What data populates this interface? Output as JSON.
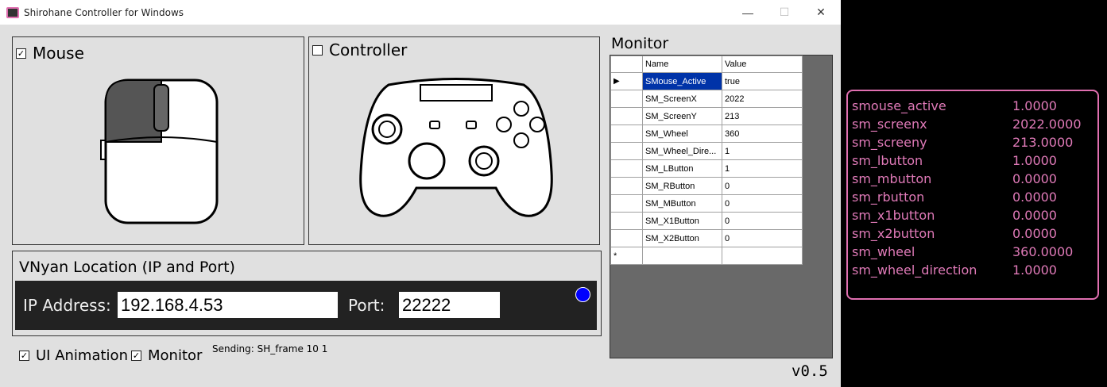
{
  "window": {
    "title": "Shirohane Controller for Windows",
    "minimize": "—",
    "maximize": "☐",
    "close": "✕"
  },
  "mouse": {
    "label": "Mouse",
    "checked": true
  },
  "controller": {
    "label": "Controller",
    "checked": false
  },
  "vnyan": {
    "title": "VNyan Location (IP and Port)",
    "ip_label": "IP Address:",
    "ip": "192.168.4.53",
    "port_label": "Port:",
    "port": "22222",
    "status_color": "#0000ff"
  },
  "options": {
    "ui_animation": "UI Animation",
    "monitor": "Monitor",
    "sending": "Sending: SH_frame 10 1"
  },
  "monitor": {
    "title": "Monitor",
    "columns": [
      "Name",
      "Value"
    ],
    "rows": [
      [
        "SMouse_Active",
        "true"
      ],
      [
        "SM_ScreenX",
        "2022"
      ],
      [
        "SM_ScreenY",
        "213"
      ],
      [
        "SM_Wheel",
        "360"
      ],
      [
        "SM_Wheel_Dire...",
        "1"
      ],
      [
        "SM_LButton",
        "1"
      ],
      [
        "SM_RButton",
        "0"
      ],
      [
        "SM_MButton",
        "0"
      ],
      [
        "SM_X1Button",
        "0"
      ],
      [
        "SM_X2Button",
        "0"
      ]
    ]
  },
  "version": "v0.5",
  "overlay": [
    [
      "smouse_active",
      "1.0000"
    ],
    [
      "sm_screenx",
      "2022.0000"
    ],
    [
      "sm_screeny",
      "213.0000"
    ],
    [
      "sm_lbutton",
      "1.0000"
    ],
    [
      "sm_mbutton",
      "0.0000"
    ],
    [
      "sm_rbutton",
      "0.0000"
    ],
    [
      "sm_x1button",
      "0.0000"
    ],
    [
      "sm_x2button",
      "0.0000"
    ],
    [
      "sm_wheel",
      "360.0000"
    ],
    [
      "sm_wheel_direction",
      "1.0000"
    ]
  ]
}
